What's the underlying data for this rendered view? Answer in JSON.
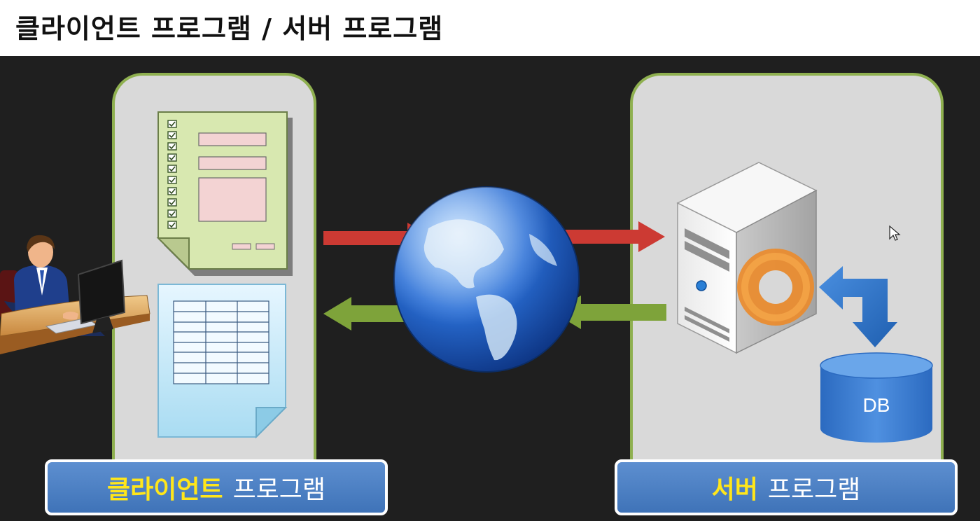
{
  "title": "클라이언트 프로그램 / 서버 프로그램",
  "client": {
    "label_highlight": "클라이언트",
    "label_rest": "프로그램",
    "icons": [
      "user-at-computer-icon",
      "form-document-icon",
      "table-document-icon"
    ]
  },
  "server": {
    "label_highlight": "서버",
    "label_rest": "프로그램",
    "icons": [
      "server-tower-icon",
      "gear-icon",
      "bidirectional-arrow-icon",
      "database-icon"
    ],
    "db_label": "DB"
  },
  "network": {
    "icons": [
      "globe-icon",
      "request-arrow-icon",
      "response-arrow-icon"
    ],
    "request_color": "#cc3a33",
    "response_color": "#7ea33a"
  },
  "colors": {
    "panel_border": "#8fb050",
    "panel_fill": "#d9d9d9",
    "label_fill": "#4a7fc4",
    "label_highlight": "#ffe61a",
    "background": "#1f1f1f"
  }
}
